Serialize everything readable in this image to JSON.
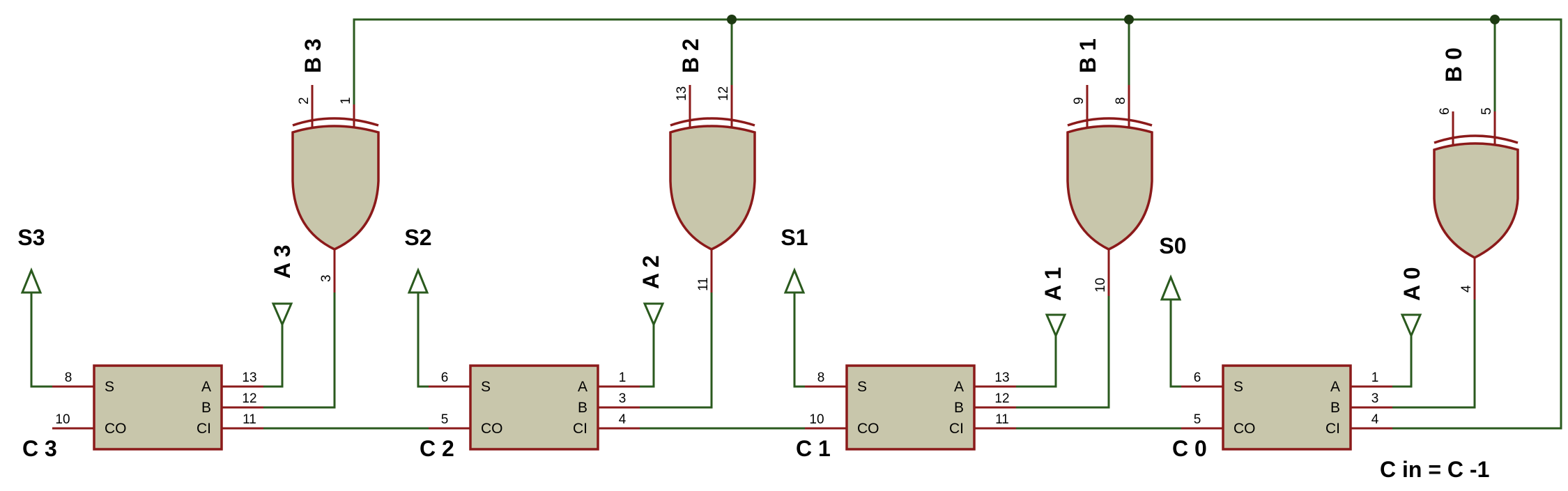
{
  "colors": {
    "wire": "#2a5a1e",
    "pin": "#8b1a1a",
    "component": "#c8c6ab",
    "background": "#ffffff"
  },
  "stages": [
    {
      "sum_label": "S3",
      "a_label": "A 3",
      "b_label": "B 3",
      "carry_label": "C 3",
      "adder_pins": {
        "s": "8",
        "co": "10",
        "a": "13",
        "b": "12",
        "ci": "11"
      },
      "adder_texts": {
        "s": "S",
        "co": "CO",
        "a": "A",
        "b": "B",
        "ci": "CI"
      },
      "xor_pins": {
        "in_b": "2",
        "in_ctl": "1",
        "out": "3"
      }
    },
    {
      "sum_label": "S2",
      "a_label": "A 2",
      "b_label": "B 2",
      "carry_label": "C 2",
      "adder_pins": {
        "s": "6",
        "co": "5",
        "a": "1",
        "b": "3",
        "ci": "4"
      },
      "adder_texts": {
        "s": "S",
        "co": "CO",
        "a": "A",
        "b": "B",
        "ci": "CI"
      },
      "xor_pins": {
        "in_b": "13",
        "in_ctl": "12",
        "out": "11"
      }
    },
    {
      "sum_label": "S1",
      "a_label": "A 1",
      "b_label": "B 1",
      "carry_label": "C 1",
      "adder_pins": {
        "s": "8",
        "co": "10",
        "a": "13",
        "b": "12",
        "ci": "11"
      },
      "adder_texts": {
        "s": "S",
        "co": "CO",
        "a": "A",
        "b": "B",
        "ci": "CI"
      },
      "xor_pins": {
        "in_b": "9",
        "in_ctl": "8",
        "out": "10"
      }
    },
    {
      "sum_label": "S0",
      "a_label": "A 0",
      "b_label": "B 0",
      "carry_label": "C 0",
      "adder_pins": {
        "s": "6",
        "co": "5",
        "a": "1",
        "b": "3",
        "ci": "4"
      },
      "adder_texts": {
        "s": "S",
        "co": "CO",
        "a": "A",
        "b": "B",
        "ci": "CI"
      },
      "xor_pins": {
        "in_b": "6",
        "in_ctl": "5",
        "out": "4"
      }
    }
  ],
  "carry_in_note": "C in = C -1"
}
